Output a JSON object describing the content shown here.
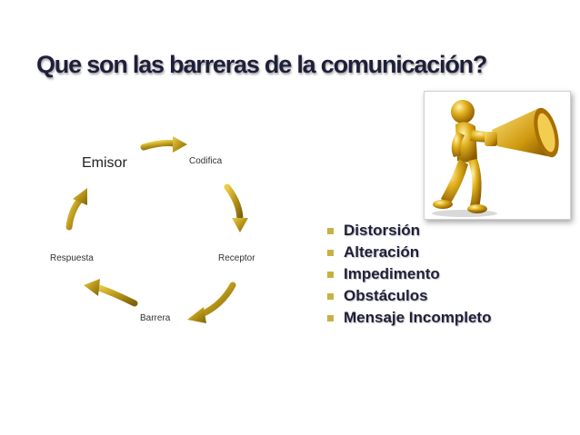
{
  "title": "Que son las barreras de la comunicación?",
  "cycle": {
    "nodes": [
      {
        "label": "Emisor"
      },
      {
        "label": "Codifica"
      },
      {
        "label": "Receptor"
      },
      {
        "label": "Barrera"
      },
      {
        "label": "Respuesta"
      }
    ],
    "arrow_color": "#b8961a"
  },
  "bullets": [
    "Distorsión",
    "Alteración",
    "Impedimento",
    "Obstáculos",
    "Mensaje Incompleto"
  ],
  "colors": {
    "title": "#1f1f3a",
    "bullet_marker": "#c8b046",
    "figure_gold": "#d4a017"
  },
  "image": {
    "icon": "golden-figure-megaphone-icon"
  }
}
